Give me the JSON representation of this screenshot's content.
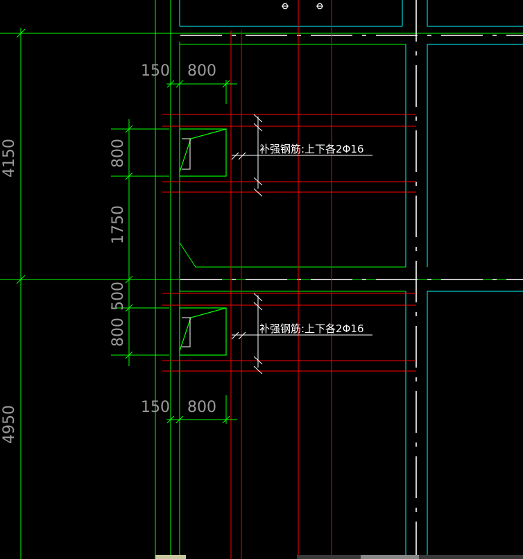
{
  "colors": {
    "background": "#000000",
    "green": "#00ff00",
    "cyan": "#00ffff",
    "red": "#ff0000",
    "white": "#ffffff",
    "dim_text": "#9a9a9a"
  },
  "dimensions": {
    "top_left_width": "150",
    "top_opening_width": "800",
    "upper_opening_height": "800",
    "gap_between": "1750",
    "offset_500": "500",
    "lower_opening_height": "800",
    "bottom_left_width": "150",
    "bottom_opening_width": "800",
    "left_span_upper": "4150",
    "left_span_lower": "4950"
  },
  "notes": {
    "upper": "补强钢筋:上下各2Φ16",
    "lower": "补强钢筋:上下各2Φ16"
  },
  "top_labels": {
    "a": "Φ",
    "b": "Φ"
  },
  "status_bar": {
    "visible": true
  }
}
